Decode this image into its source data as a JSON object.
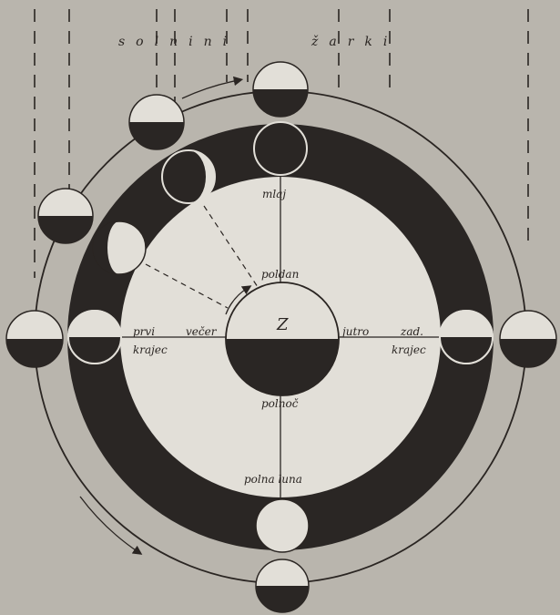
{
  "title_left": "solnini",
  "title_right": "žarki",
  "labels": {
    "mlaj": "mlaj",
    "poldan": "poldan",
    "polnoc": "polnoč",
    "polna_luna": "polna luna",
    "prvi": "prvi",
    "krajec_left": "krajec",
    "vecer": "večer",
    "center": "Z",
    "jutro": "jutro",
    "zadnji": "zad.",
    "krajec_right": "krajec"
  },
  "colors": {
    "background": "#b9b5ad",
    "ink": "#2a2522",
    "paper": "#e2dfd8"
  }
}
